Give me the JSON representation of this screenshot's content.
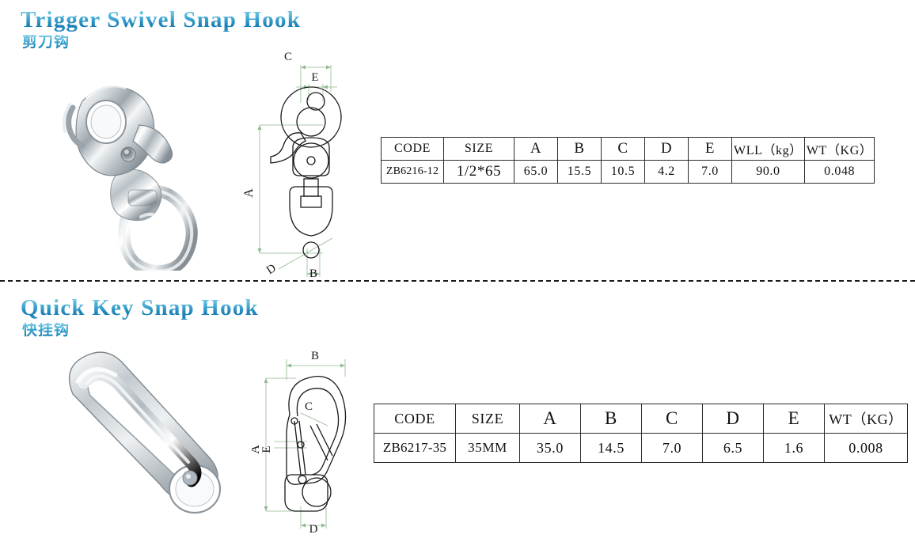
{
  "page": {
    "background_color": "#ffffff",
    "divider": {
      "name": "section-divider",
      "style": "dashed",
      "color": "#1a1a1a"
    },
    "title_accent_color": "#2a8fc0",
    "drawing_line_color": "#1a1a1a",
    "dimension_line_color": "#8fb98f",
    "table_border_color": "#2a2a2a"
  },
  "sections": [
    {
      "id": "trigger",
      "title_en": "Trigger Swivel Snap Hook",
      "title_cn": "剪刀钩",
      "photo_alt": "stainless-steel-trigger-swivel-snap-hook",
      "drawing_alt": "trigger-swivel-snap-hook-dimension-drawing",
      "dimension_labels": [
        "A",
        "B",
        "C",
        "D",
        "E"
      ],
      "table": {
        "headers": [
          "CODE",
          "SIZE",
          "A",
          "B",
          "C",
          "D",
          "E",
          "WLL（kg）",
          "WT（KG）"
        ],
        "rows": [
          [
            "ZB6216-12",
            "1/2*65",
            "65.0",
            "15.5",
            "10.5",
            "4.2",
            "7.0",
            "90.0",
            "0.048"
          ]
        ]
      }
    },
    {
      "id": "quick",
      "title_en": "Quick Key Snap Hook",
      "title_cn": "快挂钩",
      "photo_alt": "stainless-steel-quick-key-snap-hook",
      "drawing_alt": "quick-key-snap-hook-dimension-drawing",
      "dimension_labels": [
        "A",
        "B",
        "C",
        "D",
        "E"
      ],
      "table": {
        "headers": [
          "CODE",
          "SIZE",
          "A",
          "B",
          "C",
          "D",
          "E",
          "WT（KG）"
        ],
        "rows": [
          [
            "ZB6217-35",
            "35MM",
            "35.0",
            "14.5",
            "7.0",
            "6.5",
            "1.6",
            "0.008"
          ]
        ]
      }
    }
  ]
}
